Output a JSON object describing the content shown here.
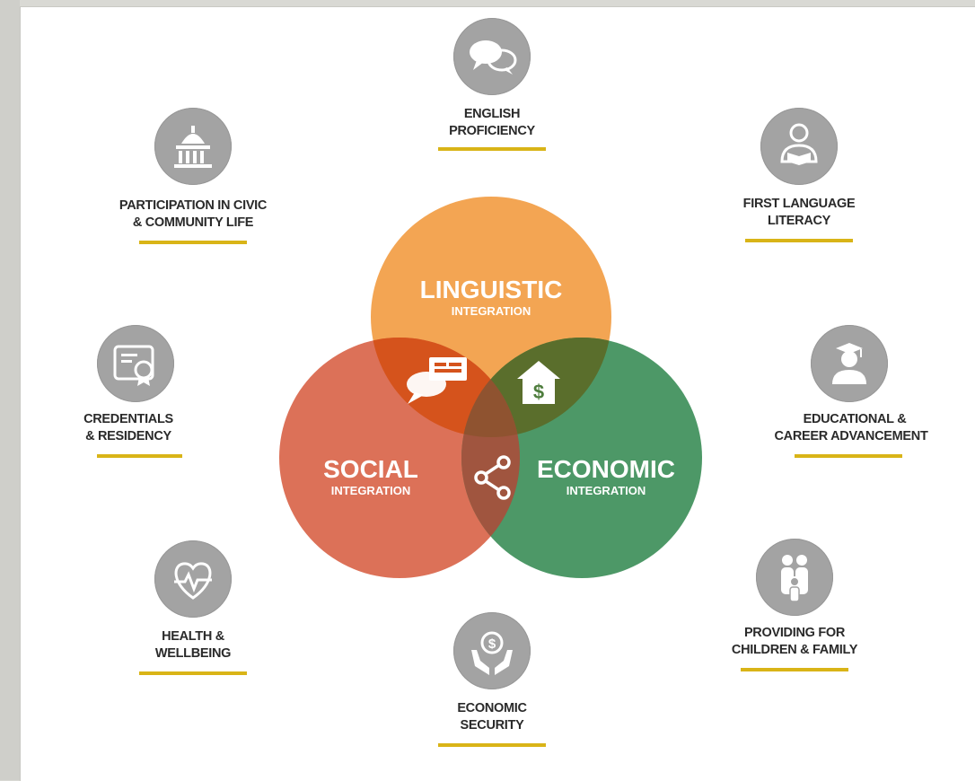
{
  "venn": {
    "linguistic": {
      "title": "LINGUISTIC",
      "subtitle": "INTEGRATION",
      "color": "#f2a04a"
    },
    "social": {
      "title": "SOCIAL",
      "subtitle": "INTEGRATION",
      "color": "#d9664b"
    },
    "economic": {
      "title": "ECONOMIC",
      "subtitle": "INTEGRATION",
      "color": "#3e8f5a"
    }
  },
  "items": {
    "english": {
      "line1": "ENGLISH",
      "line2": "PROFICIENCY",
      "icon": "speech-bubbles-icon"
    },
    "first_language": {
      "line1": "FIRST LANGUAGE",
      "line2": "LITERACY",
      "icon": "reader-icon"
    },
    "civic": {
      "line1": "PARTICIPATION IN CIVIC",
      "line2": "& COMMUNITY LIFE",
      "icon": "capitol-building-icon"
    },
    "credentials": {
      "line1": "CREDENTIALS",
      "line2": "& RESIDENCY",
      "icon": "certificate-icon"
    },
    "education": {
      "line1": "EDUCATIONAL &",
      "line2": "CAREER ADVANCEMENT",
      "icon": "graduate-icon"
    },
    "health": {
      "line1": "HEALTH &",
      "line2": "WELLBEING",
      "icon": "heart-pulse-icon"
    },
    "children": {
      "line1": "PROVIDING FOR",
      "line2": "CHILDREN & FAMILY",
      "icon": "family-icon"
    },
    "security": {
      "line1": "ECONOMIC",
      "line2": "SECURITY",
      "icon": "hands-coin-icon"
    }
  },
  "colors": {
    "icon_bg": "#a3a3a3",
    "underline": "#d9b417",
    "text": "#2a2a2a"
  }
}
